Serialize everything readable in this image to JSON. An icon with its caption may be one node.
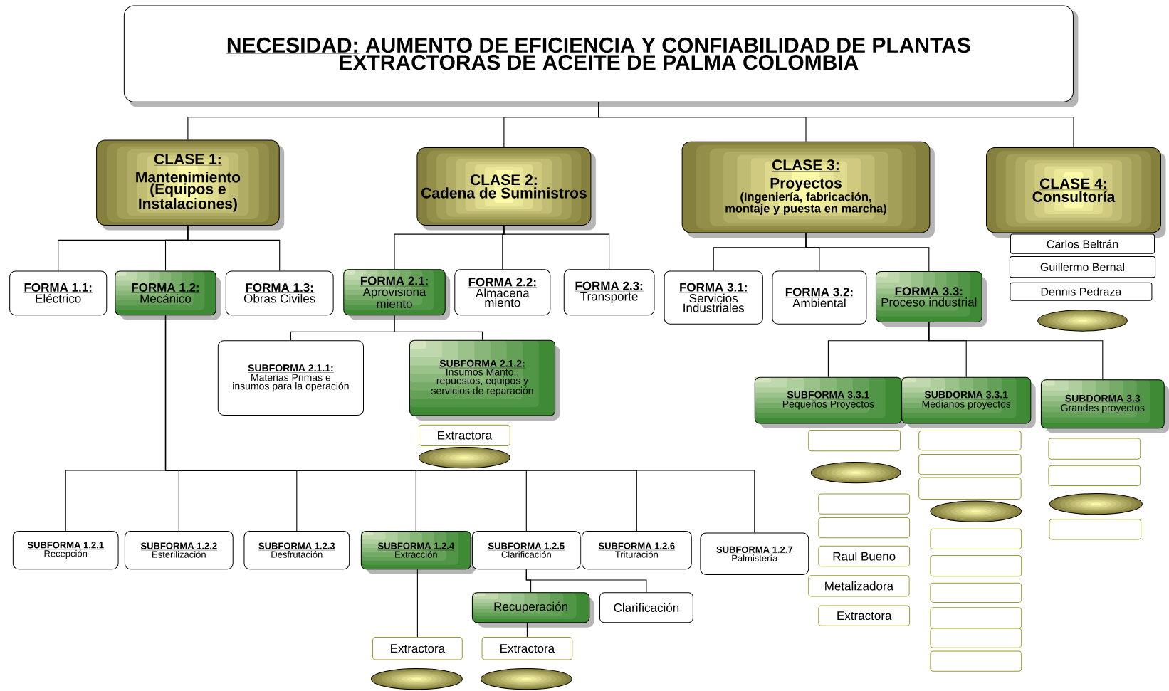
{
  "diagram": {
    "nodes": [
      {
        "text": [
          "NECESIDAD:",
          "AUMENTO DE EFICIENCIA Y CONFIABILIDAD DE PLANTAS EXTRACTORAS DE ACEITE DE PALMA COLOMBIA"
        ]
      },
      {
        "text": [
          "CLASE 1:",
          "Mantenimiento",
          "(Equipos e Instalaciones)"
        ]
      },
      {
        "text": [
          "CLASE 2:",
          "Cadena de Suministros"
        ]
      },
      {
        "text": [
          "CLASE 3:",
          "Proyectos",
          "(Ingeniería, fabricación, montaje y puesta en marcha)"
        ]
      },
      {
        "text": [
          "CLASE 4:",
          "Consultoría"
        ]
      },
      {
        "text": [
          "FORMA 1.1:",
          "Eléctrico"
        ]
      },
      {
        "text": [
          "FORMA 1.2:",
          "Mecánico"
        ]
      },
      {
        "text": [
          "FORMA 1.3:",
          "Obras Civiles"
        ]
      },
      {
        "text": [
          "FORMA 2.1:",
          "Aprovisiona miento"
        ]
      },
      {
        "text": [
          "FORMA 2.2:",
          "Almacena miento"
        ]
      },
      {
        "text": [
          "FORMA 2.3:",
          "Transporte"
        ]
      },
      {
        "text": [
          "FORMA 3.1:",
          "Servicios Industriales"
        ]
      },
      {
        "text": [
          "FORMA 3.2:",
          "Ambiental"
        ]
      },
      {
        "text": [
          "FORMA 3.3:",
          "Proceso industrial"
        ]
      },
      {
        "text": [
          "Carlos Beltrán"
        ]
      },
      {
        "text": [
          "Guillermo Bernal"
        ]
      },
      {
        "text": [
          "Dennis Pedraza"
        ]
      },
      {
        "text": [],
        "shape": "ellipse"
      },
      {
        "text": [
          "SUBFORMA 2.1.1:",
          "Materias Primas e insumos para la operación"
        ]
      },
      {
        "text": [
          "SUBFORMA 2.1.2:",
          "Insumos Manto., repuestos, equipos y servicios de reparación"
        ]
      },
      {
        "text": [
          "Extractora"
        ]
      },
      {
        "text": [],
        "shape": "ellipse"
      },
      {
        "text": [
          "SUBFORMA 1.2.1",
          "Recepción"
        ]
      },
      {
        "text": [
          "SUBFORMA 1.2.2",
          "Esterilización"
        ]
      },
      {
        "text": [
          "SUBFORMA 1.2.3",
          "Desfrutación"
        ]
      },
      {
        "text": [
          "SUBFORMA 1.2.4",
          "Extracción"
        ]
      },
      {
        "text": [
          "SUBFORMA 1.2.5",
          "Clarificación"
        ]
      },
      {
        "text": [
          "SUBFORMA 1.2.6",
          "Trituración"
        ]
      },
      {
        "text": [
          "SUBFORMA 1.2.7",
          "Palmistería"
        ]
      },
      {
        "text": [
          "Recuperación"
        ]
      },
      {
        "text": [
          "Clarificación"
        ]
      },
      {
        "text": [
          "Extractora"
        ]
      },
      {
        "text": [],
        "shape": "ellipse"
      },
      {
        "text": [
          "Extractora"
        ]
      },
      {
        "text": [],
        "shape": "ellipse"
      },
      {
        "text": [
          "SUBFORMA 3.3.1",
          "Pequeños Proyectos"
        ]
      },
      {
        "text": [
          "SUBDORMA 3.3.1",
          "Medianos proyectos"
        ]
      },
      {
        "text": [
          "SUBDORMA 3.3",
          "Grandes proyectos"
        ]
      },
      {
        "text": [],
        "shape": "box"
      },
      {
        "text": [],
        "shape": "ellipse"
      },
      {
        "text": [],
        "shape": "box"
      },
      {
        "text": [],
        "shape": "box"
      },
      {
        "text": [
          "Raul Bueno"
        ]
      },
      {
        "text": [
          "Metalizadora"
        ]
      },
      {
        "text": [
          "Extractora"
        ]
      },
      {
        "text": [],
        "shape": "box"
      },
      {
        "text": [],
        "shape": "box"
      },
      {
        "text": [],
        "shape": "box"
      },
      {
        "text": [],
        "shape": "ellipse"
      },
      {
        "text": [],
        "shape": "box"
      },
      {
        "text": [],
        "shape": "box"
      },
      {
        "text": [],
        "shape": "box"
      },
      {
        "text": [],
        "shape": "box"
      },
      {
        "text": [],
        "shape": "box"
      },
      {
        "text": [],
        "shape": "box"
      },
      {
        "text": [],
        "shape": "box"
      },
      {
        "text": [],
        "shape": "box"
      },
      {
        "text": [],
        "shape": "ellipse"
      },
      {
        "text": [],
        "shape": "box"
      }
    ],
    "edges": [
      {
        "from": 0,
        "to": 1,
        "arrow": "none"
      },
      {
        "from": 0,
        "to": 2,
        "arrow": "none"
      },
      {
        "from": 0,
        "to": 3,
        "arrow": "none"
      },
      {
        "from": 0,
        "to": 4,
        "arrow": "none"
      },
      {
        "from": 1,
        "to": 5,
        "arrow": "none"
      },
      {
        "from": 1,
        "to": 6,
        "arrow": "none"
      },
      {
        "from": 1,
        "to": 7,
        "arrow": "none"
      },
      {
        "from": 2,
        "to": 8,
        "arrow": "none"
      },
      {
        "from": 2,
        "to": 9,
        "arrow": "none"
      },
      {
        "from": 2,
        "to": 10,
        "arrow": "none"
      },
      {
        "from": 3,
        "to": 11,
        "arrow": "none"
      },
      {
        "from": 3,
        "to": 12,
        "arrow": "none"
      },
      {
        "from": 3,
        "to": 13,
        "arrow": "none"
      },
      {
        "from": 8,
        "to": 18,
        "arrow": "none"
      },
      {
        "from": 8,
        "to": 19,
        "arrow": "none"
      },
      {
        "from": 6,
        "to": 22,
        "arrow": "none"
      },
      {
        "from": 6,
        "to": 23,
        "arrow": "none"
      },
      {
        "from": 6,
        "to": 24,
        "arrow": "none"
      },
      {
        "from": 6,
        "to": 25,
        "arrow": "none"
      },
      {
        "from": 6,
        "to": 26,
        "arrow": "none"
      },
      {
        "from": 6,
        "to": 27,
        "arrow": "none"
      },
      {
        "from": 6,
        "to": 28,
        "arrow": "none"
      },
      {
        "from": 25,
        "to": 31,
        "arrow": "none"
      },
      {
        "from": 26,
        "to": 29,
        "arrow": "none"
      },
      {
        "from": 26,
        "to": 30,
        "arrow": "none"
      },
      {
        "from": 29,
        "to": 33,
        "arrow": "none"
      },
      {
        "from": 13,
        "to": 35,
        "arrow": "none"
      },
      {
        "from": 13,
        "to": 36,
        "arrow": "none"
      },
      {
        "from": 13,
        "to": 37,
        "arrow": "none"
      }
    ]
  }
}
